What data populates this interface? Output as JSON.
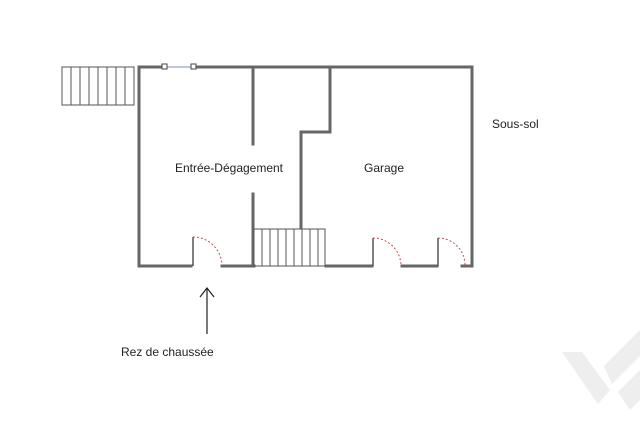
{
  "plan": {
    "level_label": "Sous-sol",
    "rooms": [
      {
        "name": "Entrée-Dégagement"
      },
      {
        "name": "Garage"
      }
    ],
    "pointer_label": "Rez de chaussée",
    "colors": {
      "walls": "#666666",
      "door_swing": "#c0504d",
      "text": "#222222",
      "watermark": "#eeeeee"
    },
    "icons": [
      "staircase-icon",
      "door-icon",
      "window-icon",
      "arrow-up-icon",
      "watermark-logo-icon"
    ]
  }
}
